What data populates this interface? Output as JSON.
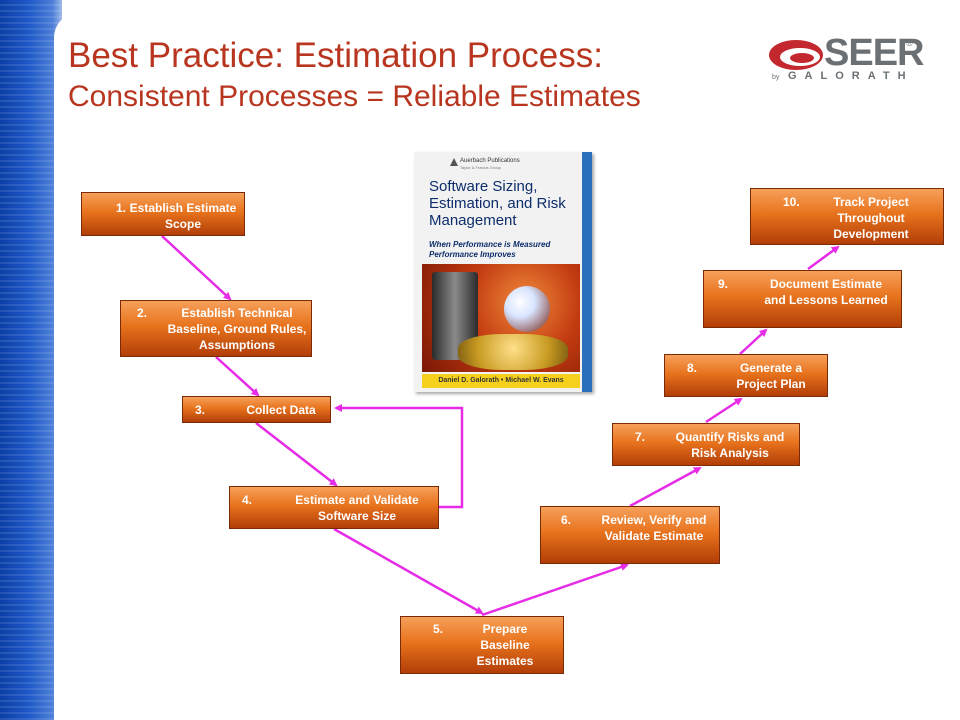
{
  "header": {
    "title": "Best Practice: Estimation Process:",
    "subtitle": "Consistent Processes = Reliable Estimates"
  },
  "logo": {
    "wordmark": "SEER",
    "reg": "®",
    "by": "by",
    "company": "GALORATH"
  },
  "book": {
    "publisher": "Auerbach Publications",
    "publisher_sub": "Taylor & Francis Group",
    "title": "Software Sizing, Estimation, and Risk Management",
    "subtitle": "When Performance is Measured Performance Improves",
    "authors": "Daniel D. Galorath • Michael W. Evans"
  },
  "steps": [
    {
      "num": "1.",
      "label": "Establish Estimate Scope"
    },
    {
      "num": "2.",
      "label": "Establish Technical Baseline, Ground Rules, Assumptions"
    },
    {
      "num": "3.",
      "label": "Collect Data"
    },
    {
      "num": "4.",
      "label": "Estimate and Validate Software Size"
    },
    {
      "num": "5.",
      "label": "Prepare Baseline Estimates"
    },
    {
      "num": "6.",
      "label": "Review, Verify and Validate Estimate"
    },
    {
      "num": "7.",
      "label": "Quantify Risks and Risk Analysis"
    },
    {
      "num": "8.",
      "label": "Generate a Project Plan"
    },
    {
      "num": "9.",
      "label": "Document Estimate and Lessons Learned"
    },
    {
      "num": "10.",
      "label": "Track Project Throughout Development"
    }
  ],
  "colors": {
    "title": "#b8361f",
    "arrow": "#e62ce6",
    "step_top": "#f6a05a",
    "step_bottom": "#b23e08"
  }
}
